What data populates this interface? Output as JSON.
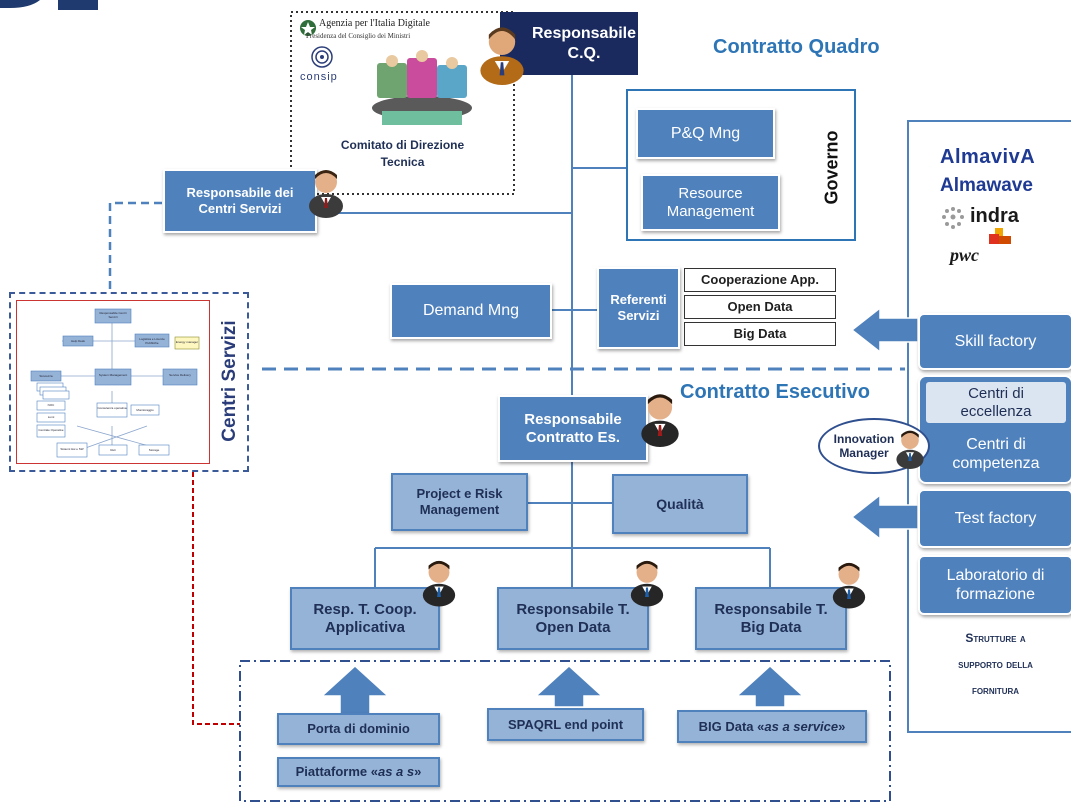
{
  "top_box": {
    "agency_line1": "Agenzia per l'Italia Digitale",
    "agency_line2": "Presidenza del Consiglio dei Ministri",
    "consip": "consip",
    "committee_line1": "Comitato di Direzione",
    "committee_line2": "Tecnica"
  },
  "responsabile_cq": {
    "line1": "Responsabile",
    "line2": "C.Q."
  },
  "contratto_quadro": "Contratto Quadro",
  "governo": {
    "label": "Governo",
    "pq_mng": "P&Q Mng",
    "resource_line1": "Resource",
    "resource_line2": "Management"
  },
  "resp_centri_servizi": {
    "line1": "Responsabile dei",
    "line2": "Centri Servizi"
  },
  "centri_servizi": {
    "label": "Centri Servizi",
    "thumb": {
      "root": "Responsabile Centri Servizi",
      "help_desk": "Help Desk",
      "logistica": "Logistica e Licenze Pubbliche",
      "energy": "Energy manager",
      "sicurezza": "Sicurezza",
      "system": "System Management",
      "service": "Service Delivery",
      "nodes": [
        "NOC",
        "Lumi",
        "Centrale Operative"
      ],
      "consulenza": "Consulenza operativa",
      "monitoraggio": "Monitoraggio",
      "sistemi": "Sistemi Hw e SW",
      "reti": "Reti",
      "storage": "Storage"
    }
  },
  "demand_mng": "Demand Mng",
  "referenti": {
    "line1": "Referenti",
    "line2": "Servizi",
    "items": [
      "Cooperazione App.",
      "Open Data",
      "Big Data"
    ]
  },
  "contratto_esecutivo": "Contratto Esecutivo",
  "resp_contratto_es": {
    "line1": "Responsabile",
    "line2": "Contratto Es."
  },
  "project_risk": {
    "line1": "Project e Risk",
    "line2": "Management"
  },
  "qualita": "Qualità",
  "responsabili": [
    {
      "line1": "Resp. T. Coop.",
      "line2": "Applicativa"
    },
    {
      "line1": "Responsabile T.",
      "line2": "Open Data"
    },
    {
      "line1": "Responsabile T.",
      "line2": "Big Data"
    }
  ],
  "services": {
    "porta": "Porta di dominio",
    "piattaforme_pre": "Piattaforme «",
    "piattaforme_em": "as a s",
    "piattaforme_post": "»",
    "spaqrl": "SPAQRL end point",
    "big_pre": "BIG  Data «",
    "big_em": "as a service",
    "big_post": "»"
  },
  "companies": [
    "AlmavivA",
    "Almawave",
    "indra",
    "pwc"
  ],
  "supporto": {
    "skill_factory": "Skill factory",
    "centri_eccellenza_line1": "Centri di",
    "centri_eccellenza_line2": "eccellenza",
    "centri_competenza_line1": "Centri di",
    "centri_competenza_line2": "competenza",
    "innovation_line1": "Innovation",
    "innovation_line2": "Manager",
    "test_factory": "Test factory",
    "laboratorio_line1": "Laboratorio di",
    "laboratorio_line2": "formazione",
    "strutture_line1": "Strutture a",
    "strutture_line2": "supporto della",
    "strutture_line3": "fornitura"
  },
  "colors": {
    "dark_blue_box": "#4f81bd",
    "light_blue_box": "#95b3d7",
    "navy": "#1a2a5e",
    "title_blue": "#2e75b6",
    "connector_red": "#c00000"
  }
}
